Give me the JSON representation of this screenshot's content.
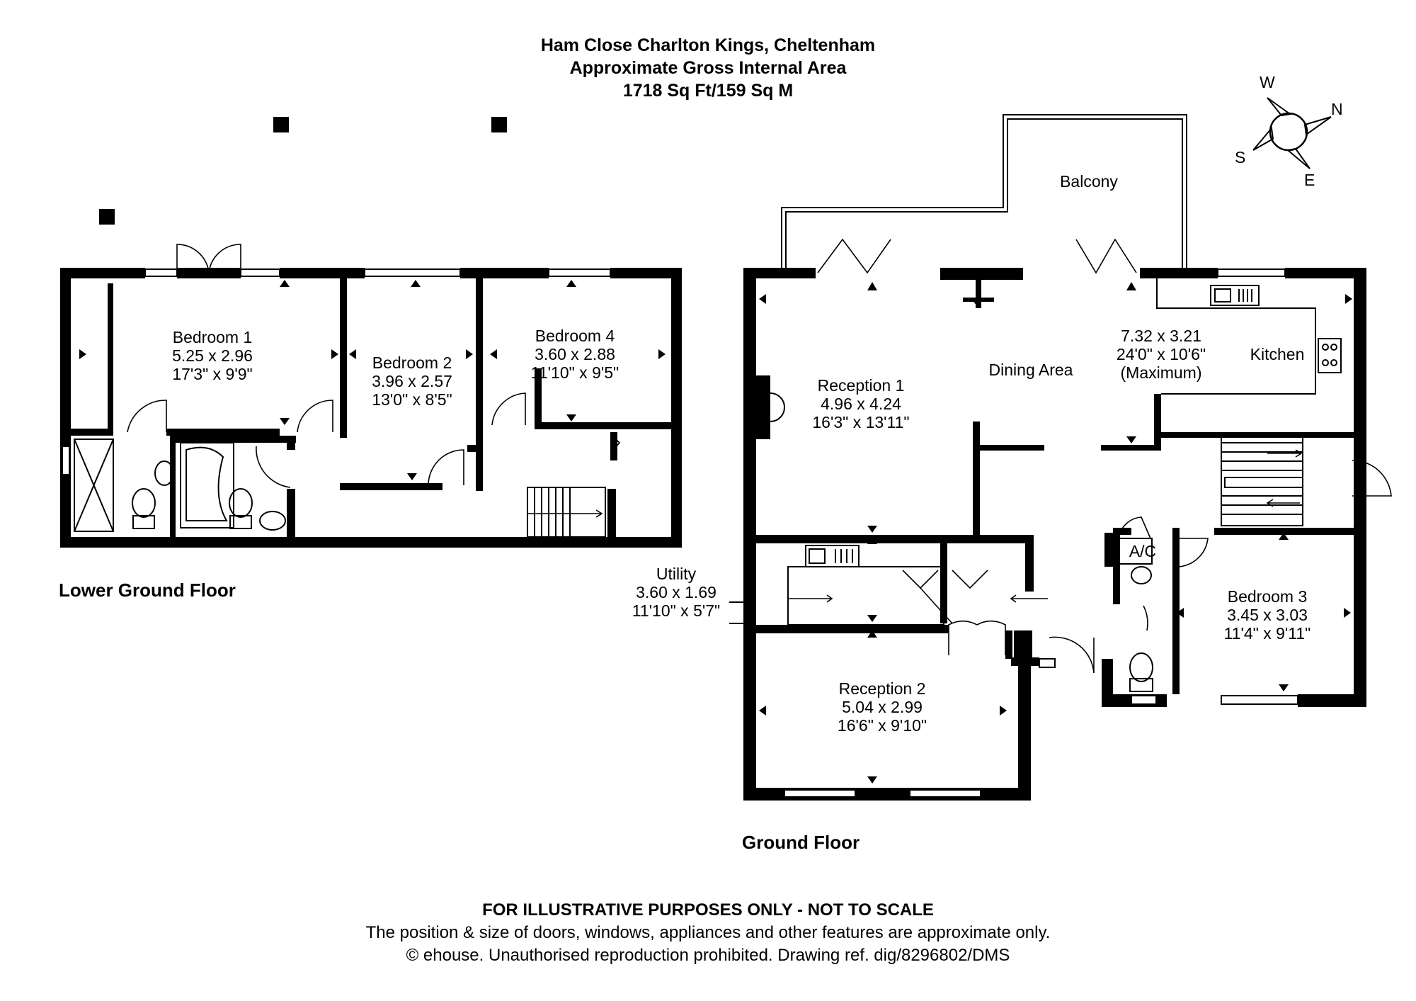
{
  "header": {
    "title": "Ham Close Charlton Kings, Cheltenham",
    "subtitle": "Approximate Gross Internal Area",
    "area": "1718 Sq Ft/159 Sq M"
  },
  "compass": {
    "w": "W",
    "n": "N",
    "s": "S",
    "e": "E"
  },
  "lower_ground": {
    "label": "Lower Ground Floor",
    "bedroom1": {
      "name": "Bedroom 1",
      "metric": "5.25 x 2.96",
      "imperial": "17'3\" x 9'9\""
    },
    "bedroom2": {
      "name": "Bedroom 2",
      "metric": "3.96 x 2.57",
      "imperial": "13'0\" x 8'5\""
    },
    "bedroom4": {
      "name": "Bedroom 4",
      "metric": "3.60 x 2.88",
      "imperial": "11'10\" x 9'5\""
    }
  },
  "ground": {
    "label": "Ground Floor",
    "balcony": "Balcony",
    "reception1": {
      "name": "Reception 1",
      "metric": "4.96 x 4.24",
      "imperial": "16'3\" x 13'11\""
    },
    "dining": "Dining Area",
    "kitchen": {
      "name": "Kitchen",
      "metric": "7.32 x 3.21",
      "imperial": "24'0\" x 10'6\"",
      "note": "(Maximum)"
    },
    "utility": {
      "name": "Utility",
      "metric": "3.60 x 1.69",
      "imperial": "11'10\" x 5'7\""
    },
    "reception2": {
      "name": "Reception 2",
      "metric": "5.04 x 2.99",
      "imperial": "16'6\" x 9'10\""
    },
    "bedroom3": {
      "name": "Bedroom 3",
      "metric": "3.45 x 3.03",
      "imperial": "11'4\" x 9'11\""
    },
    "ac": "A/C"
  },
  "footer": {
    "line1": "FOR ILLUSTRATIVE PURPOSES ONLY - NOT TO SCALE",
    "line2": "The position & size of doors, windows, appliances and other features are approximate only.",
    "line3": "© ehouse. Unauthorised reproduction prohibited. Drawing ref. dig/8296802/DMS"
  }
}
